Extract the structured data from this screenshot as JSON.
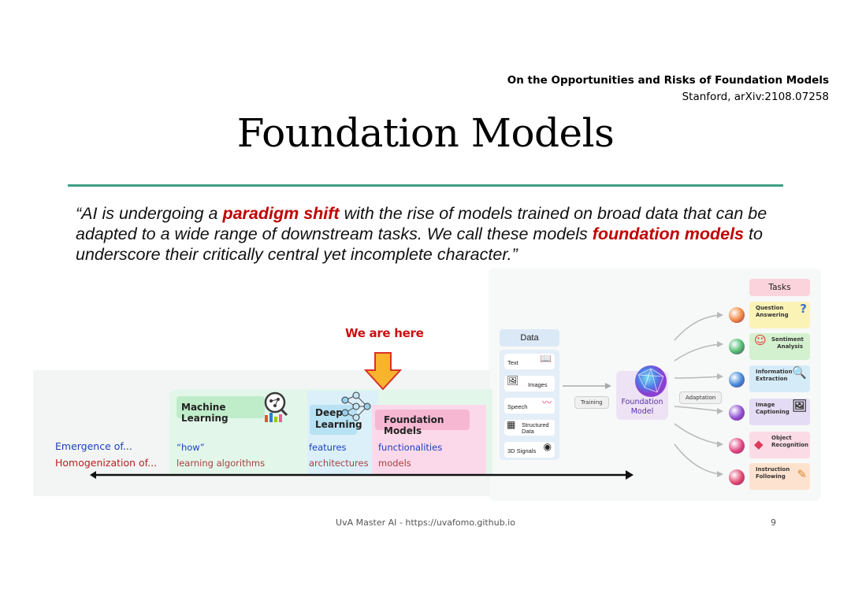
{
  "reference": {
    "title": "On the Opportunities and Risks of Foundation Models",
    "source": "Stanford, arXiv:2108.07258"
  },
  "slide_title": "Foundation Models",
  "quote": {
    "part1": "“AI is undergoing a ",
    "highlight1": "paradigm shift",
    "part2": " with the rise of models trained on broad data that can be adapted to a wide range of downstream tasks. We call these models ",
    "highlight2": "foundation models",
    "part3": " to underscore their critically central yet incomplete character.”"
  },
  "timeline": {
    "marker": "We are here",
    "stages": {
      "ml": "Machine Learning",
      "dl": "Deep Learning",
      "fm": "Foundation Models"
    },
    "row_labels": {
      "emergence": "Emergence of...",
      "homogenization": "Homogenization of..."
    },
    "emergence": [
      "“how”",
      "features",
      "functionalities"
    ],
    "homogenization": [
      "learning algorithms",
      "architectures",
      "models"
    ]
  },
  "figure": {
    "data_header": "Data",
    "data_items": [
      "Text",
      "Images",
      "Speech",
      "Structured Data",
      "3D Signals"
    ],
    "training_label": "Training",
    "model_label": "Foundation Model",
    "adaptation_label": "Adaptation",
    "tasks_header": "Tasks",
    "tasks": [
      {
        "label": "Question Answering",
        "color": "#fbf3b6",
        "orb": "#f0843c",
        "icon": "?"
      },
      {
        "label": "Sentiment Analysis",
        "color": "#d4f1cf",
        "orb": "#49b96b",
        "icon": "☺"
      },
      {
        "label": "Information Extraction",
        "color": "#d5ecf8",
        "orb": "#3f86d6",
        "icon": "🔍"
      },
      {
        "label": "Image Captioning",
        "color": "#e4dcf4",
        "orb": "#8f4ed1",
        "icon": "🖼"
      },
      {
        "label": "Object Recognition",
        "color": "#fbdbe6",
        "orb": "#e0457e",
        "icon": "◆"
      },
      {
        "label": "Instruction Following",
        "color": "#fde3cf",
        "orb": "#e0456d",
        "icon": "✎"
      }
    ]
  },
  "footer": {
    "text": "UvA Master AI - https://uvafomo.github.io",
    "page": "9"
  }
}
